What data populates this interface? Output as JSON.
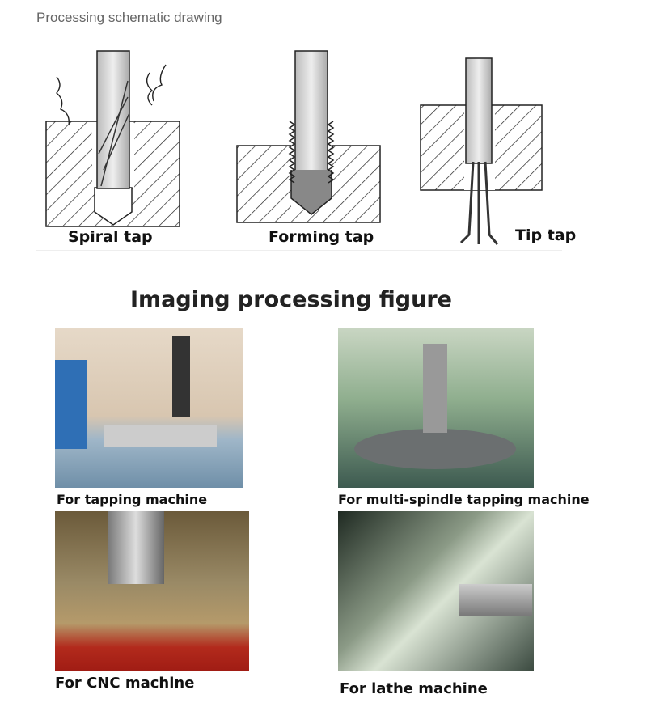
{
  "schematic": {
    "heading": "Processing schematic drawing",
    "taps": [
      {
        "label": "Spiral tap"
      },
      {
        "label": "Forming tap"
      },
      {
        "label": "Tip tap"
      }
    ]
  },
  "imaging": {
    "heading": "Imaging processing figure",
    "photos": [
      {
        "caption": "For tapping machine"
      },
      {
        "caption": "For multi-spindle tapping machine"
      },
      {
        "caption": "For CNC machine"
      },
      {
        "caption": "For lathe machine"
      }
    ]
  }
}
